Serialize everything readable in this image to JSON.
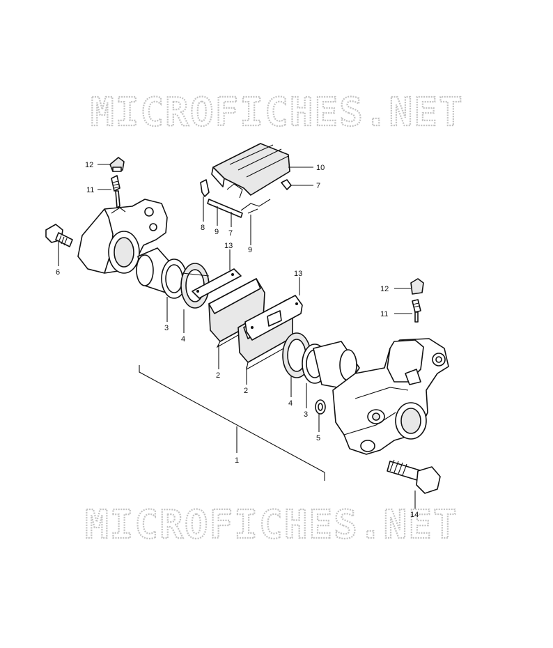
{
  "watermarks": [
    "MICROFICHES.NET",
    "MICROFICHES.NET"
  ],
  "callouts": [
    {
      "id": "12-left",
      "text": "12"
    },
    {
      "id": "11-left",
      "text": "11"
    },
    {
      "id": "6",
      "text": "6"
    },
    {
      "id": "8",
      "text": "8"
    },
    {
      "id": "9-a",
      "text": "9"
    },
    {
      "id": "7-a",
      "text": "7"
    },
    {
      "id": "9-b",
      "text": "9"
    },
    {
      "id": "10",
      "text": "10"
    },
    {
      "id": "7-b",
      "text": "7"
    },
    {
      "id": "13-a",
      "text": "13"
    },
    {
      "id": "13-b",
      "text": "13"
    },
    {
      "id": "3-a",
      "text": "3"
    },
    {
      "id": "4-a",
      "text": "4"
    },
    {
      "id": "2-a",
      "text": "2"
    },
    {
      "id": "2-b",
      "text": "2"
    },
    {
      "id": "12-right",
      "text": "12"
    },
    {
      "id": "11-right",
      "text": "11"
    },
    {
      "id": "4-b",
      "text": "4"
    },
    {
      "id": "3-b",
      "text": "3"
    },
    {
      "id": "5",
      "text": "5"
    },
    {
      "id": "1",
      "text": "1"
    },
    {
      "id": "14",
      "text": "14"
    }
  ]
}
